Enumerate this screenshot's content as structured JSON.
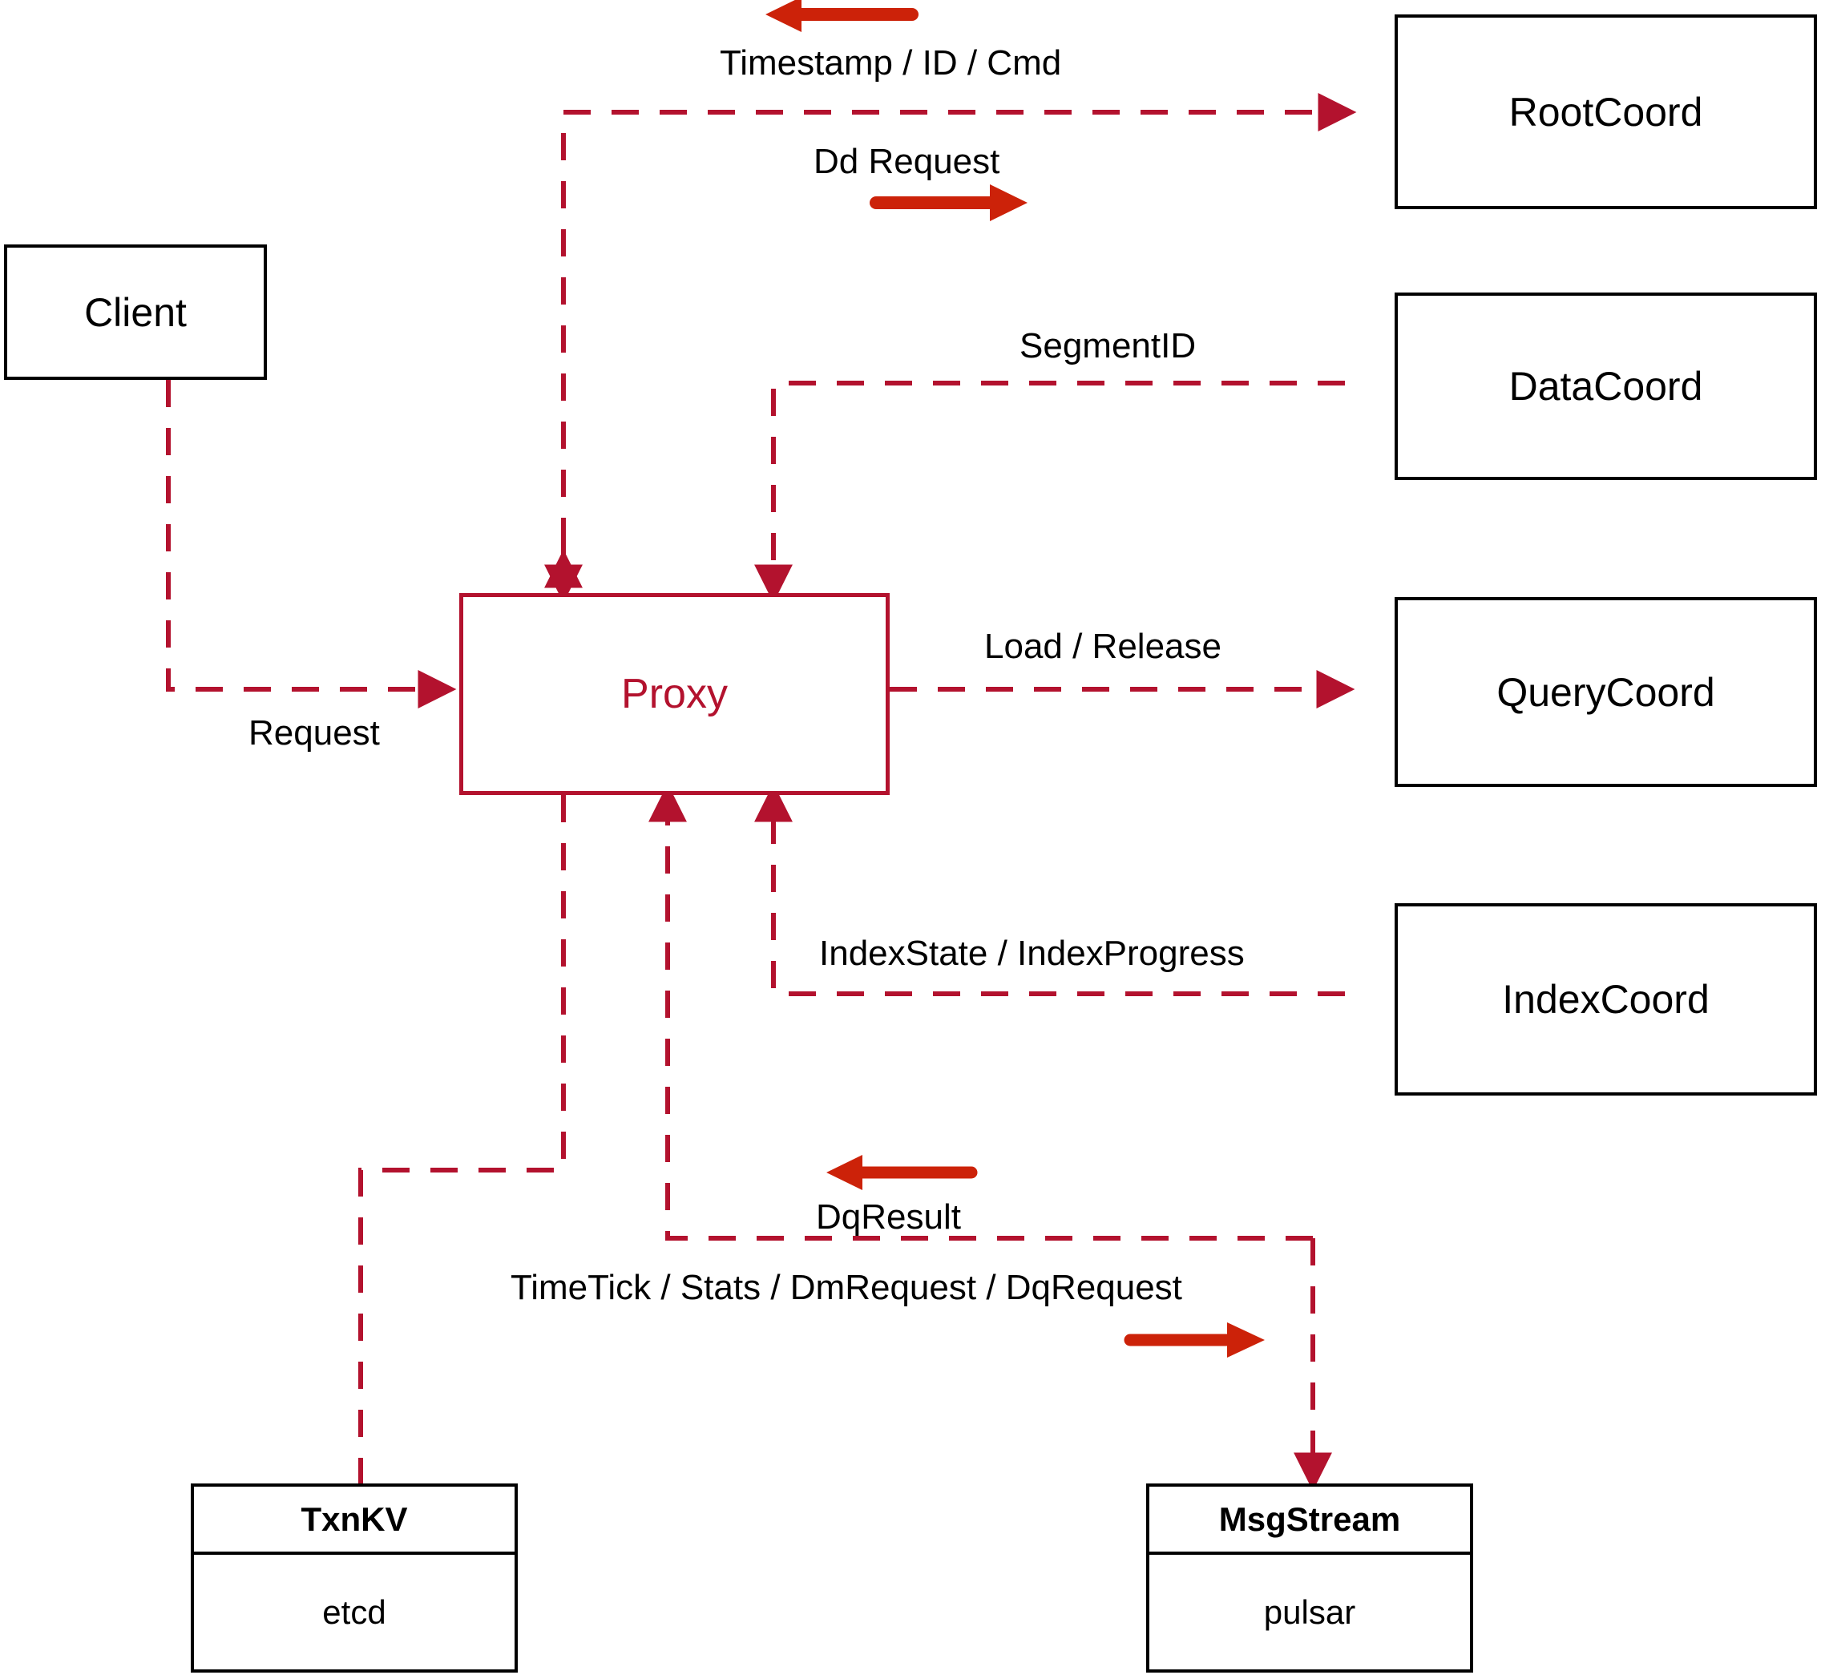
{
  "diagram": {
    "title": "Milvus Proxy component interaction diagram",
    "colors": {
      "dashed_edge": "#B3122E",
      "solid_arrow": "#CC2209",
      "node_border": "#000000",
      "proxy_border": "#B3122E",
      "proxy_text": "#B3122E",
      "background": "#FFFFFF"
    }
  },
  "nodes": {
    "client": {
      "label": "Client"
    },
    "proxy": {
      "label": "Proxy"
    },
    "root_coord": {
      "label": "RootCoord"
    },
    "data_coord": {
      "label": "DataCoord"
    },
    "query_coord": {
      "label": "QueryCoord"
    },
    "index_coord": {
      "label": "IndexCoord"
    },
    "txnkv": {
      "header": "TxnKV",
      "body": "etcd"
    },
    "msgstream": {
      "header": "MsgStream",
      "body": "pulsar"
    }
  },
  "edges": {
    "timestamp_id_cmd": {
      "label": "Timestamp / ID / Cmd",
      "direction": "left"
    },
    "dd_request": {
      "label": "Dd Request",
      "direction": "right"
    },
    "segment_id": {
      "label": "SegmentID",
      "direction": "left"
    },
    "request": {
      "label": "Request",
      "direction": "right"
    },
    "load_release": {
      "label": "Load / Release",
      "direction": "right"
    },
    "index_state_progress": {
      "label": "IndexState / IndexProgress",
      "direction": "left"
    },
    "dq_result": {
      "label": "DqResult",
      "direction": "left"
    },
    "timetick_stats_dm_dq": {
      "label": "TimeTick / Stats / DmRequest / DqRequest",
      "direction": "right"
    }
  }
}
